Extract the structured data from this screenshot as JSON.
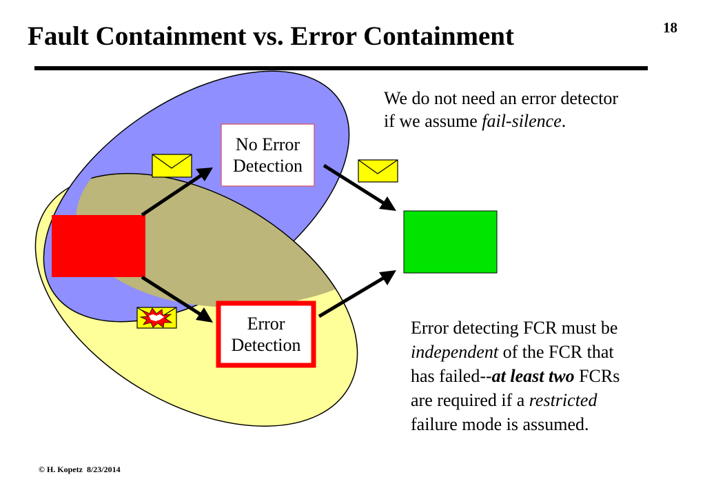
{
  "slide": {
    "title": "Fault Containment vs.  Error Containment",
    "page_number": "18",
    "footer": "© H. Kopetz  8/23/2014"
  },
  "diagram": {
    "box_no_error": {
      "line1": "No Error",
      "line2": "Detection"
    },
    "box_error": {
      "line1": "Error",
      "line2": "Detection"
    },
    "colors": {
      "blue_fcr": "#8f8fff",
      "yellow_fcr": "#ffff99",
      "overlap": "#bcb67a",
      "faulty_node": "#ff0000",
      "receiver_node": "#00e400",
      "message": "#ffff00",
      "error_frame": "#ff0000"
    },
    "icons": [
      "message-envelope-icon",
      "corrupted-message-icon"
    ]
  },
  "notes": {
    "top": {
      "line1": "We do not need an error  detector",
      "line2_pre": "if we assume ",
      "line2_em": "fail-silence",
      "line2_post": "."
    },
    "bottom": {
      "l1": "Error detecting FCR must be",
      "l2_em": "independent",
      "l2_post": " of the FCR that",
      "l3_pre": "has failed--",
      "l3_strong": "at least two",
      "l3_post": " FCRs",
      "l4_pre": "are required if a ",
      "l4_em": "restricted",
      "l5": "failure mode is assumed."
    }
  }
}
